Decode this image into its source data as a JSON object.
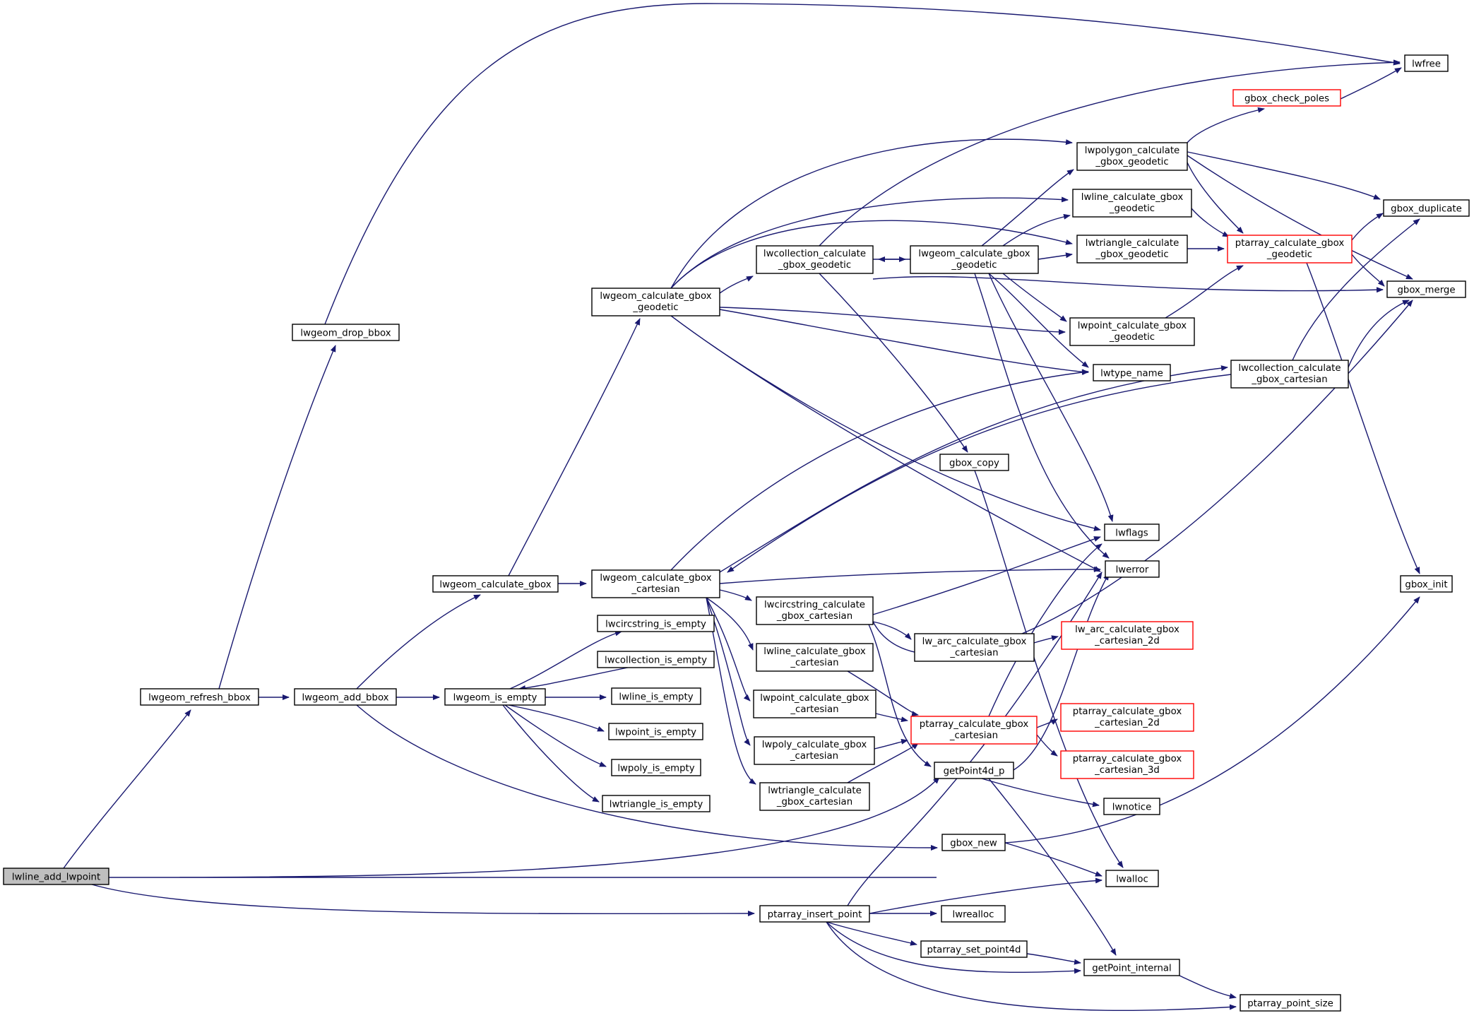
{
  "graph": {
    "title": "",
    "nodes": [
      {
        "id": "lwline_add_lwpoint",
        "lines": [
          "lwline_add_lwpoint"
        ],
        "style": "root"
      },
      {
        "id": "lwgeom_refresh_bbox",
        "lines": [
          "lwgeom_refresh_bbox"
        ],
        "style": "normal"
      },
      {
        "id": "lwgeom_drop_bbox",
        "lines": [
          "lwgeom_drop_bbox"
        ],
        "style": "normal"
      },
      {
        "id": "lwgeom_add_bbox",
        "lines": [
          "lwgeom_add_bbox"
        ],
        "style": "normal"
      },
      {
        "id": "lwgeom_calculate_gbox",
        "lines": [
          "lwgeom_calculate_gbox"
        ],
        "style": "normal"
      },
      {
        "id": "lwgeom_is_empty",
        "lines": [
          "lwgeom_is_empty"
        ],
        "style": "normal"
      },
      {
        "id": "lwgeom_calculate_gbox_geodetic",
        "lines": [
          "lwgeom_calculate_gbox",
          "_geodetic"
        ],
        "style": "normal"
      },
      {
        "id": "lwgeom_calculate_gbox_cartesian",
        "lines": [
          "lwgeom_calculate_gbox",
          "_cartesian"
        ],
        "style": "normal"
      },
      {
        "id": "lwcircstring_is_empty",
        "lines": [
          "lwcircstring_is_empty"
        ],
        "style": "normal"
      },
      {
        "id": "lwcollection_is_empty",
        "lines": [
          "lwcollection_is_empty"
        ],
        "style": "normal"
      },
      {
        "id": "lwline_is_empty",
        "lines": [
          "lwline_is_empty"
        ],
        "style": "normal"
      },
      {
        "id": "lwpoint_is_empty",
        "lines": [
          "lwpoint_is_empty"
        ],
        "style": "normal"
      },
      {
        "id": "lwpoly_is_empty",
        "lines": [
          "lwpoly_is_empty"
        ],
        "style": "normal"
      },
      {
        "id": "lwtriangle_is_empty",
        "lines": [
          "lwtriangle_is_empty"
        ],
        "style": "normal"
      },
      {
        "id": "lwcollection_calculate_gbox_geodetic",
        "lines": [
          "lwcollection_calculate",
          "_gbox_geodetic"
        ],
        "style": "normal"
      },
      {
        "id": "lwcircstring_calculate_gbox_cartesian",
        "lines": [
          "lwcircstring_calculate",
          "_gbox_cartesian"
        ],
        "style": "normal"
      },
      {
        "id": "lwline_calculate_gbox_cartesian",
        "lines": [
          "lwline_calculate_gbox",
          "_cartesian"
        ],
        "style": "normal"
      },
      {
        "id": "lwpoint_calculate_gbox_cartesian",
        "lines": [
          "lwpoint_calculate_gbox",
          "_cartesian"
        ],
        "style": "normal"
      },
      {
        "id": "lwpoly_calculate_gbox_cartesian",
        "lines": [
          "lwpoly_calculate_gbox",
          "_cartesian"
        ],
        "style": "normal"
      },
      {
        "id": "lwtriangle_calculate_gbox_cartesian",
        "lines": [
          "lwtriangle_calculate",
          "_gbox_cartesian"
        ],
        "style": "normal"
      },
      {
        "id": "ptarray_insert_point",
        "lines": [
          "ptarray_insert_point"
        ],
        "style": "normal"
      },
      {
        "id": "lwgeom_calculate_gbox_geodetic_2",
        "lines": [
          "lwgeom_calculate_gbox",
          "_geodetic"
        ],
        "style": "normal"
      },
      {
        "id": "gbox_copy",
        "lines": [
          "gbox_copy"
        ],
        "style": "normal"
      },
      {
        "id": "lw_arc_calculate_gbox_cartesian",
        "lines": [
          "lw_arc_calculate_gbox",
          "_cartesian"
        ],
        "style": "normal"
      },
      {
        "id": "ptarray_calculate_gbox_cartesian",
        "lines": [
          "ptarray_calculate_gbox",
          "_cartesian"
        ],
        "style": "red"
      },
      {
        "id": "getPoint4d_p",
        "lines": [
          "getPoint4d_p"
        ],
        "style": "normal"
      },
      {
        "id": "gbox_new",
        "lines": [
          "gbox_new"
        ],
        "style": "normal"
      },
      {
        "id": "ptarray_set_point4d",
        "lines": [
          "ptarray_set_point4d"
        ],
        "style": "normal"
      },
      {
        "id": "lwrealloc",
        "lines": [
          "lwrealloc"
        ],
        "style": "normal"
      },
      {
        "id": "lwpolygon_calculate_gbox_geodetic",
        "lines": [
          "lwpolygon_calculate",
          "_gbox_geodetic"
        ],
        "style": "normal"
      },
      {
        "id": "lwline_calculate_gbox_geodetic",
        "lines": [
          "lwline_calculate_gbox",
          "_geodetic"
        ],
        "style": "normal"
      },
      {
        "id": "lwtriangle_calculate_gbox_geodetic",
        "lines": [
          "lwtriangle_calculate",
          "_gbox_geodetic"
        ],
        "style": "normal"
      },
      {
        "id": "lwpoint_calculate_gbox_geodetic",
        "lines": [
          "lwpoint_calculate_gbox",
          "_geodetic"
        ],
        "style": "normal"
      },
      {
        "id": "lwtype_name",
        "lines": [
          "lwtype_name"
        ],
        "style": "normal"
      },
      {
        "id": "lwflags",
        "lines": [
          "lwflags"
        ],
        "style": "normal"
      },
      {
        "id": "lwerror",
        "lines": [
          "lwerror"
        ],
        "style": "normal"
      },
      {
        "id": "lwnotice",
        "lines": [
          "lwnotice"
        ],
        "style": "normal"
      },
      {
        "id": "lwalloc",
        "lines": [
          "lwalloc"
        ],
        "style": "normal"
      },
      {
        "id": "getPoint_internal",
        "lines": [
          "getPoint_internal"
        ],
        "style": "normal"
      },
      {
        "id": "lw_arc_calculate_gbox_cartesian_2d",
        "lines": [
          "lw_arc_calculate_gbox",
          "_cartesian_2d"
        ],
        "style": "red"
      },
      {
        "id": "ptarray_calculate_gbox_cartesian_2d",
        "lines": [
          "ptarray_calculate_gbox",
          "_cartesian_2d"
        ],
        "style": "red"
      },
      {
        "id": "ptarray_calculate_gbox_cartesian_3d",
        "lines": [
          "ptarray_calculate_gbox",
          "_cartesian_3d"
        ],
        "style": "red"
      },
      {
        "id": "gbox_check_poles",
        "lines": [
          "gbox_check_poles"
        ],
        "style": "red"
      },
      {
        "id": "ptarray_calculate_gbox_geodetic",
        "lines": [
          "ptarray_calculate_gbox",
          "_geodetic"
        ],
        "style": "red"
      },
      {
        "id": "lwcollection_calculate_gbox_cartesian",
        "lines": [
          "lwcollection_calculate",
          "_gbox_cartesian"
        ],
        "style": "normal"
      },
      {
        "id": "lwfree",
        "lines": [
          "lwfree"
        ],
        "style": "normal"
      },
      {
        "id": "gbox_duplicate",
        "lines": [
          "gbox_duplicate"
        ],
        "style": "normal"
      },
      {
        "id": "gbox_merge",
        "lines": [
          "gbox_merge"
        ],
        "style": "normal"
      },
      {
        "id": "gbox_init",
        "lines": [
          "gbox_init"
        ],
        "style": "normal"
      },
      {
        "id": "ptarray_point_size",
        "lines": [
          "ptarray_point_size"
        ],
        "style": "normal"
      }
    ]
  }
}
